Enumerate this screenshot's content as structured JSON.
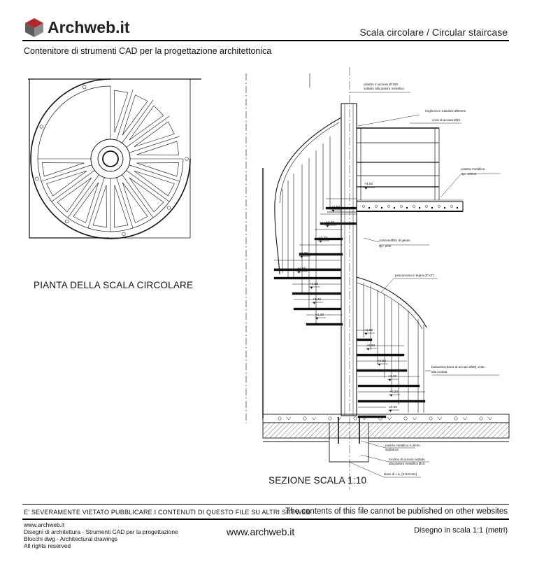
{
  "header": {
    "brand": "Archweb.it",
    "title": "Scala circolare  /  Circular staircase",
    "subtitle": "Contenitore di strumenti CAD per la progettazione architettonica"
  },
  "drawing": {
    "plan_label": "PIANTA DELLA SCALA CIRCOLARE",
    "section_label": "SEZIONE SCALA 1:10",
    "annotations": [
      "pilastro in acciaio Ø 200",
      "saldato alla piastra metallica",
      "ringhiera in tubolare Ø60mm",
      "covo di acciaio Ø10",
      "piastra metallica",
      "sp.: 10mm",
      "controsoffitto di gesso",
      "sp.: 2cm",
      "pascamano in legno (2\"x3\")",
      "balaustra (barra di acciaio Ø20) unita",
      "alla pedata",
      "piastra metallica  s=5mm",
      "saldatura",
      "tondino di acciaio saldato",
      "alla piastra metallica  Ø15",
      "Base di c.a.  (0.5x0.6m)"
    ],
    "levels": [
      "+3.00",
      "+2.60",
      "+2.40",
      "+2.20",
      "+2.00",
      "+1.80",
      "+1.60",
      "+1.40",
      "+1.20",
      "+1.00",
      "+0.80",
      "+0.60",
      "+0.40",
      "+0.20",
      "±0.00"
    ]
  },
  "footer": {
    "warning_it": "E' SEVERAMENTE VIETATO PUBBLICARE I CONTENUTI DI QUESTO FILE SU ALTRI SITI WEB",
    "warning_en": "The contents of this file cannot be published on other websites",
    "lines": [
      "www.archweb.it",
      "Disegni di architettura - Strumenti CAD  per la progettazione",
      "Blocchi dwg - Architectural drawings",
      "All rights reserved"
    ],
    "site": "www.archweb.it",
    "scale": "Disegno in scala 1:1 (metri)"
  },
  "colors": {
    "logo_red": "#b3262a",
    "logo_grey": "#6d6d6d",
    "ink": "#111111"
  }
}
